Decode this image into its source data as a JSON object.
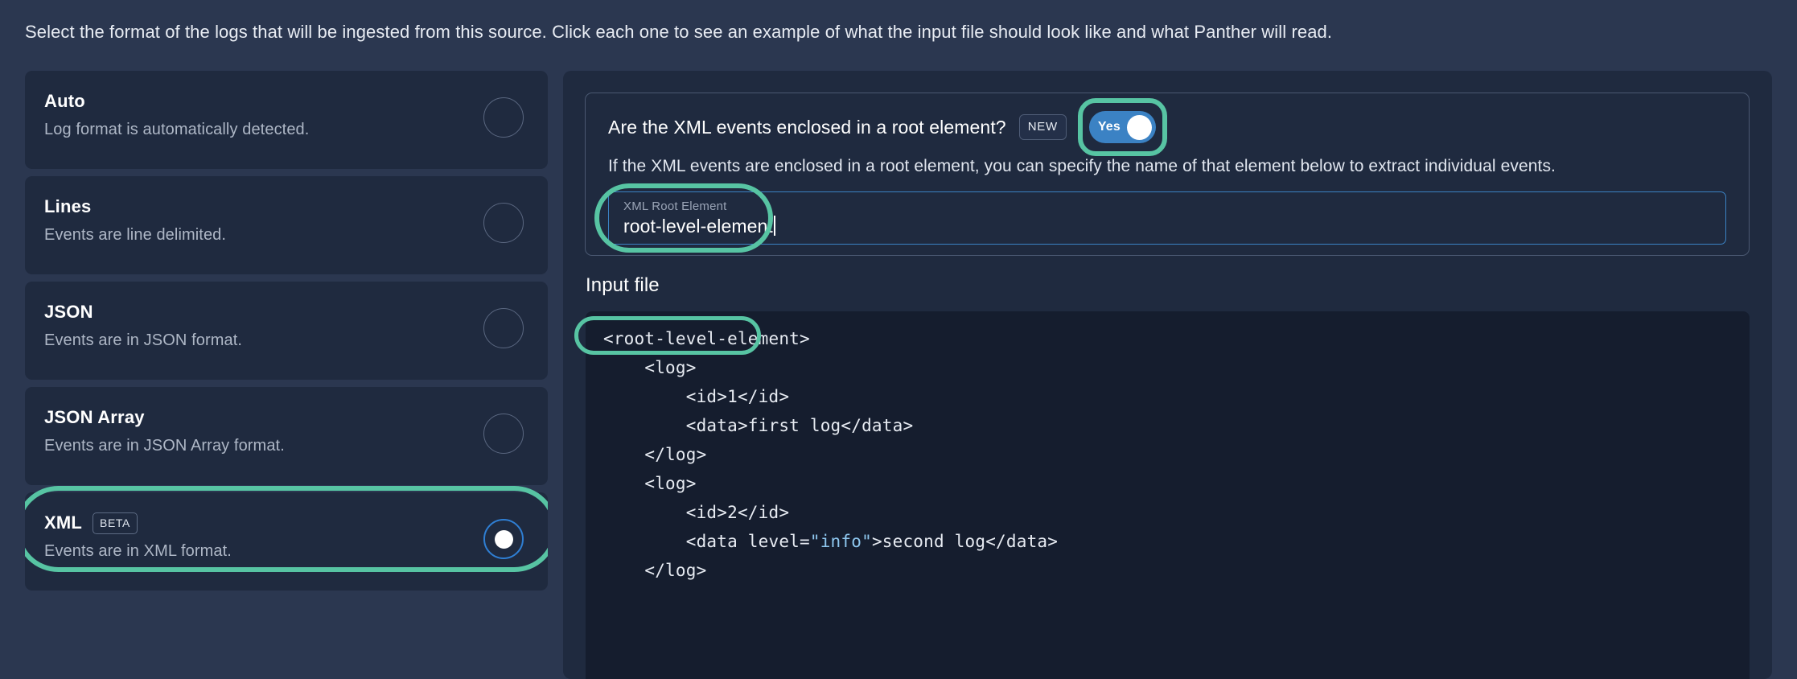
{
  "page": {
    "intro": "Select the format of the logs that will be ingested from this source. Click each one to see an example of what the input file should look like and what Panther will read."
  },
  "colors": {
    "page_background": "#2b3750",
    "card_background": "#1f2a3f",
    "code_background": "#151d2e",
    "accent_highlight": "#57c4a3",
    "accent_blue": "#3b82c4",
    "string_token": "#8fc8f0"
  },
  "format_list": {
    "options": [
      {
        "title": "Auto",
        "badge": null,
        "description": "Log format is automatically detected.",
        "selected": false
      },
      {
        "title": "Lines",
        "badge": null,
        "description": "Events are line delimited.",
        "selected": false
      },
      {
        "title": "JSON",
        "badge": null,
        "description": "Events are in JSON format.",
        "selected": false
      },
      {
        "title": "JSON Array",
        "badge": null,
        "description": "Events are in JSON Array format.",
        "selected": false
      },
      {
        "title": "XML",
        "badge": "BETA",
        "description": "Events are in XML format.",
        "selected": true
      }
    ]
  },
  "detail": {
    "root_element_card": {
      "question": "Are the XML events enclosed in a root element?",
      "badge": "NEW",
      "toggle": {
        "label": "Yes",
        "state": "on"
      },
      "description": "If the XML events are enclosed in a root element, you can specify the name of that element below to extract individual events.",
      "input": {
        "label": "XML Root Element",
        "value": "root-level-element",
        "placeholder": "XML Root Element"
      }
    },
    "input_file": {
      "heading": "Input file",
      "code_lines": [
        "<root-level-element>",
        "    <log>",
        "        <id>1</id>",
        "        <data>first log</data>",
        "    </log>",
        "    <log>",
        "        <id>2</id>",
        "        <data level=\"info\">second log</data>",
        "    </log>"
      ],
      "highlighted_line": "<root-level-element>",
      "string_token": "\"info\""
    }
  }
}
